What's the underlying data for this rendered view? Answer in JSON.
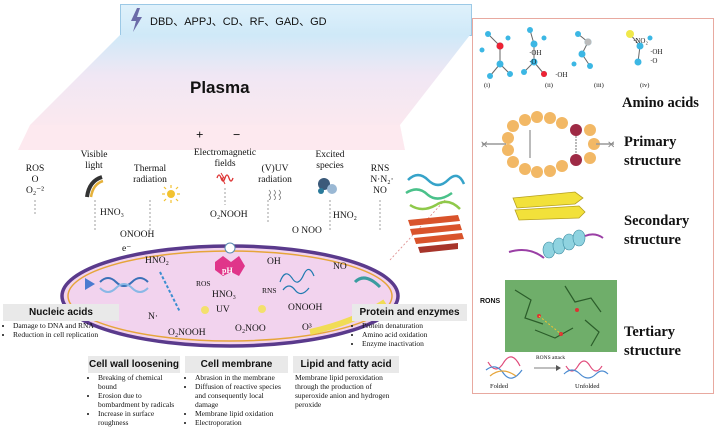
{
  "sources": "DBD、APPJ、CD、RF、GAD、GD",
  "plasma_title": "Plasma",
  "charges": {
    "plus": "+",
    "minus": "−"
  },
  "agents": {
    "ros": {
      "label": "ROS",
      "chem1": "O",
      "chem2": "O₂⁻²"
    },
    "visible": {
      "label": "Visible light"
    },
    "thermal": {
      "label": "Thermal radiation"
    },
    "em": {
      "label": "Electromagnetic fields"
    },
    "uv": {
      "label": "(V)UV radiation"
    },
    "excited": {
      "label": "Excited species"
    },
    "rns": {
      "label": "RNS",
      "chem1": "N·N₂·",
      "chem2": "NO"
    }
  },
  "species_under": {
    "hno3": "HNO₃",
    "onooh": "ONOOH",
    "o2nooh": "O₂NOOH",
    "o_noo": "O  NOO",
    "hno2": "HNO₂"
  },
  "cell": {
    "electron": "e⁻",
    "hno2": "HNO₂",
    "oh": "OH",
    "no": "NO",
    "ph": "pH",
    "ros": "ROS",
    "rns": "RNS",
    "n": "N·",
    "uv": "UV",
    "hno3": "HNO₃",
    "onooh": "ONOOH",
    "o2nooh": "O₂NOOH",
    "o2nooh2": "O₂NOO",
    "o3": "O³"
  },
  "boxes": {
    "nucleic": {
      "title": "Nucleic acids",
      "items": [
        "Damage to DNA and RNA",
        "Reduction in cell replication"
      ]
    },
    "protein": {
      "title": "Protein and enzymes",
      "items": [
        "Protein denaturation",
        "Amino acid oxidation",
        "Enzyme inactivation"
      ]
    },
    "cell_wall": {
      "title": "Cell wall loosening",
      "items": [
        "Breaking of chemical bound",
        "Erosion due to bombardment by radicals",
        "Increase in surface roughness"
      ]
    },
    "membrane": {
      "title": "Cell membrane",
      "items": [
        "Abrasion in the membrane",
        "Diffusion of reactive species and consequently local damage",
        "Membrane lipid oxidation",
        "Electroporation"
      ]
    },
    "lipid": {
      "title": "Lipid and fatty acid",
      "items": [
        "Membrane lipid peroxidation through the production of superoxide anion and hydrogen peroxide"
      ]
    }
  },
  "right": {
    "amino_acids": "Amino acids",
    "primary": [
      "Primary",
      "structure"
    ],
    "secondary": [
      "Secondary",
      "structure"
    ],
    "tertiary": [
      "Tertiary",
      "structure"
    ],
    "roman": [
      "(i)",
      "(ii)",
      "(iii)",
      "(iv)"
    ],
    "oh": "·OH",
    "o_minus": "·O",
    "no2": "·NO₂",
    "rons": "RONS",
    "folded": "Folded",
    "unfolded": "Unfolded",
    "rons_attack": "RONS attack"
  },
  "colors": {
    "cell_border": "#5a3a8c",
    "cell_fill": "#f2d3ee",
    "highlight": "#f1dc55"
  }
}
